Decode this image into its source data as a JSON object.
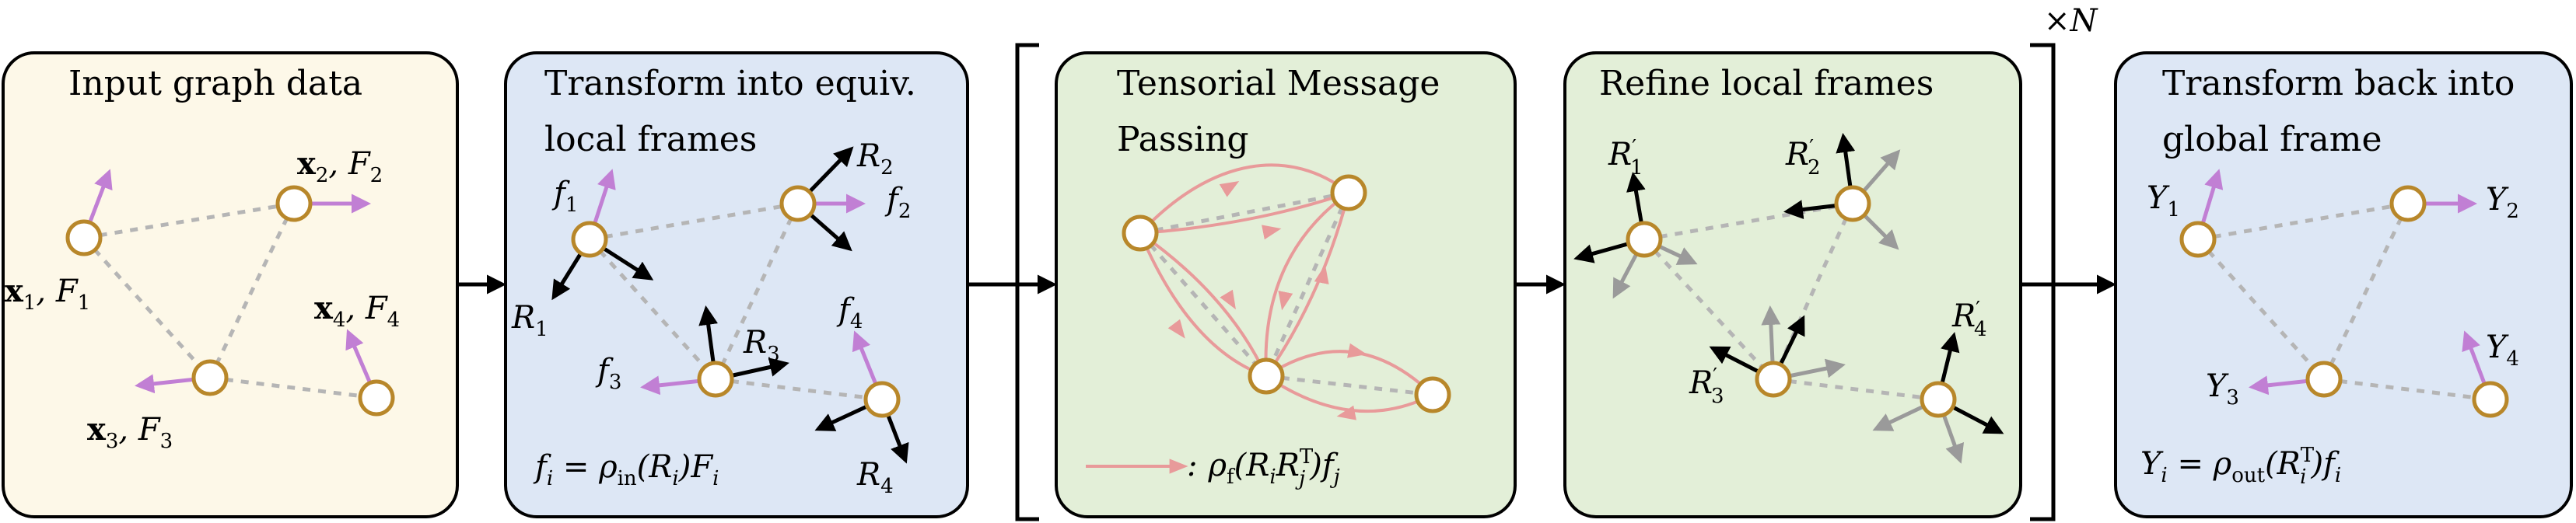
{
  "colors": {
    "panel_input": "#fdf8e8",
    "panel_frames": "#dde7f5",
    "panel_message": "#e3efd8",
    "node_ring": "#b8872a",
    "feature_arrow": "#c17fd4",
    "message_arrow": "#e89a9a",
    "edge": "#b5b5b5"
  },
  "panels": {
    "input": {
      "title_line1": "Input graph data"
    },
    "transform": {
      "title_line1": "Transform into equiv.",
      "title_line2": "local frames"
    },
    "message": {
      "title_line1": "Tensorial Message",
      "title_line2": "Passing"
    },
    "refine": {
      "title_line1": "Refine local frames"
    },
    "back": {
      "title_line1": "Transform back into",
      "title_line2": "global frame"
    }
  },
  "repeat_label": "×N",
  "input_labels": {
    "x1": "x",
    "x1_sub": "1",
    "F1": "F",
    "F1_sub": "1",
    "x2": "x",
    "x2_sub": "2",
    "F2": "F",
    "F2_sub": "2",
    "x3": "x",
    "x3_sub": "3",
    "F3": "F",
    "F3_sub": "3",
    "x4": "x",
    "x4_sub": "4",
    "F4": "F",
    "F4_sub": "4"
  },
  "transform_labels": {
    "f": "f",
    "R": "R",
    "s1": "1",
    "s2": "2",
    "s3": "3",
    "s4": "4",
    "formula_a": "f",
    "formula_a_sub": "i",
    "formula_eq": " = ρ",
    "formula_in": "in",
    "formula_b": "(R",
    "formula_b_sub": "i",
    "formula_c": ")F",
    "formula_c_sub": "i"
  },
  "message_labels": {
    "legend_colon": ":",
    "legend_a": "ρ",
    "legend_a_sub": "f",
    "legend_b": "(R",
    "legend_b_sub": "i",
    "legend_c": "R",
    "legend_c_sup": "T",
    "legend_c_sub": "j",
    "legend_d": ")f",
    "legend_d_sub": "j"
  },
  "refine_labels": {
    "R": "R",
    "prime": "′",
    "s1": "1",
    "s2": "2",
    "s3": "3",
    "s4": "4"
  },
  "back_labels": {
    "Y": "Y",
    "s1": "1",
    "s2": "2",
    "s3": "3",
    "s4": "4",
    "formula_a": "Y",
    "formula_a_sub": "i",
    "formula_eq": " = ρ",
    "formula_out": "out",
    "formula_b": "(R",
    "formula_b_sup": "T",
    "formula_b_sub": "i",
    "formula_c": ")f",
    "formula_c_sub": "i"
  }
}
